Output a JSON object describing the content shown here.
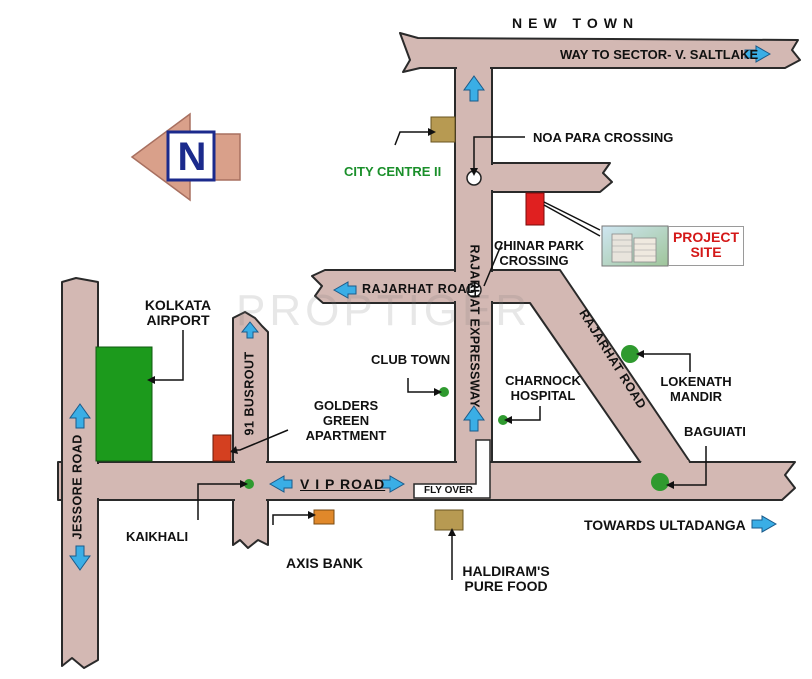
{
  "compass": {
    "letter": "N"
  },
  "watermark": "PROPTIGER",
  "labels": {
    "new_town": "NEW TOWN",
    "way_to_sector": "WAY TO SECTOR- V. SALTLAKE",
    "noa_para": "NOA PARA CROSSING",
    "city_centre": "CITY CENTRE II",
    "chinar_park": [
      "CHINAR PARK",
      "CROSSING"
    ],
    "project_site": [
      "PROJECT",
      "SITE"
    ],
    "rajarhat_road_west": "RAJARHAT ROAD",
    "kolkata_airport": [
      "KOLKATA",
      "AIRPORT"
    ],
    "club_town": "CLUB TOWN",
    "charnock": [
      "CHARNOCK",
      "HOSPITAL"
    ],
    "lokenath": [
      "LOKENATH",
      "MANDIR"
    ],
    "golders": [
      "GOLDERS",
      "GREEN",
      "APARTMENT"
    ],
    "baguiati": "BAGUIATI",
    "vip_road": "V I P ROAD",
    "fly_over": "FLY OVER",
    "towards_ultadanga": "TOWARDS ULTADANGA",
    "kaikhali": "KAIKHALI",
    "axis_bank": "AXIS BANK",
    "haldiram": [
      "HALDIRAM'S",
      "PURE FOOD"
    ],
    "jessore_road": "JESSORE ROAD",
    "busrout": "91 BUSROUT",
    "rajarhat_expressway": "RAJARHAT EXPRESSWAY",
    "rajarhat_road_diag": "RAJARHAT ROAD"
  },
  "colors": {
    "road": "#d3b8b3",
    "road_edge": "#2a2a2a",
    "arrow": "#3aaee6",
    "green_marker": "#2f9a2f",
    "airport": "#1c9a1c",
    "project_marker": "#e02020",
    "landmark_box": "#b79a52",
    "axis_box": "#e0882a",
    "compass_arrow": "#d9a08a",
    "compass_box": "#1b2a8c"
  }
}
